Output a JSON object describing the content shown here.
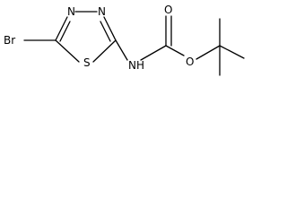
{
  "structure": {
    "atoms": {
      "bromine": "Br",
      "ring_nitrogen_1": "N",
      "ring_nitrogen_2": "N",
      "ring_sulfur": "S",
      "amide_nitrogen_hydrogen": "NH",
      "carbonyl_oxygen": "O",
      "ester_oxygen": "O"
    }
  }
}
